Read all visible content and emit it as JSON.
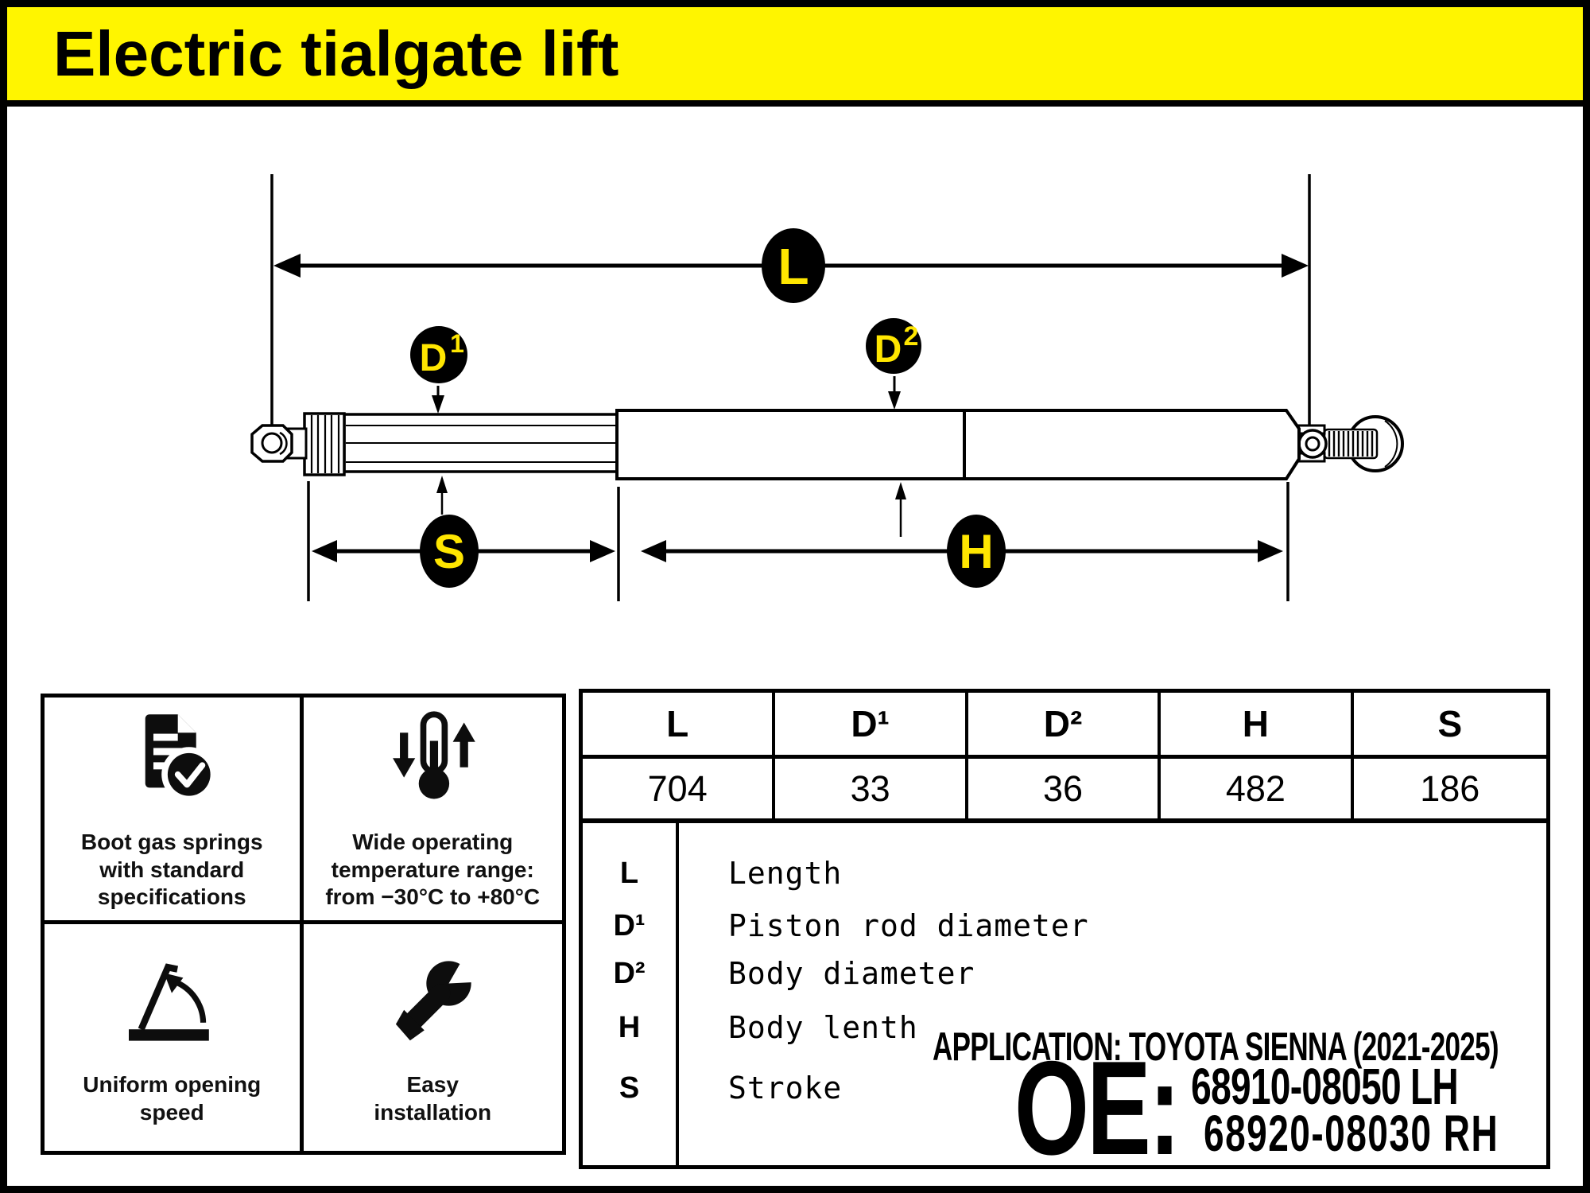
{
  "title": "Electric tialgate lift",
  "diagram": {
    "l": "L",
    "d1": "D",
    "d1_sup": "1",
    "d2": "D",
    "d2_sup": "2",
    "s": "S",
    "h": "H"
  },
  "features": [
    {
      "icon": "document-check-icon",
      "label": "Boot gas springs\nwith standard\nspecifications"
    },
    {
      "icon": "thermometer-range-icon",
      "label": "Wide operating\ntemperature range:\nfrom −30°C to +80°C"
    },
    {
      "icon": "opening-speed-icon",
      "label": "Uniform opening\nspeed"
    },
    {
      "icon": "wrench-icon",
      "label": "Easy\ninstallation"
    }
  ],
  "spec_table": {
    "columns": [
      "L",
      "D¹",
      "D²",
      "H",
      "S"
    ],
    "values": [
      "704",
      "33",
      "36",
      "482",
      "186"
    ]
  },
  "legend": [
    {
      "symbol": "L",
      "description": "Length"
    },
    {
      "symbol": "D¹",
      "description": "Piston rod diameter"
    },
    {
      "symbol": "D²",
      "description": "Body diameter"
    },
    {
      "symbol": "H",
      "description": "Body lenth"
    },
    {
      "symbol": "S",
      "description": "Stroke"
    }
  ],
  "application": "APPLICATION: TOYOTA SIENNA (2021-2025)",
  "oe": {
    "label": "OE:",
    "numbers": [
      "68910-08050 LH",
      "68920-08030 RH"
    ]
  },
  "colors": {
    "banner": "#FFF500",
    "badge_text": "#FFE600",
    "ink": "#000000"
  }
}
